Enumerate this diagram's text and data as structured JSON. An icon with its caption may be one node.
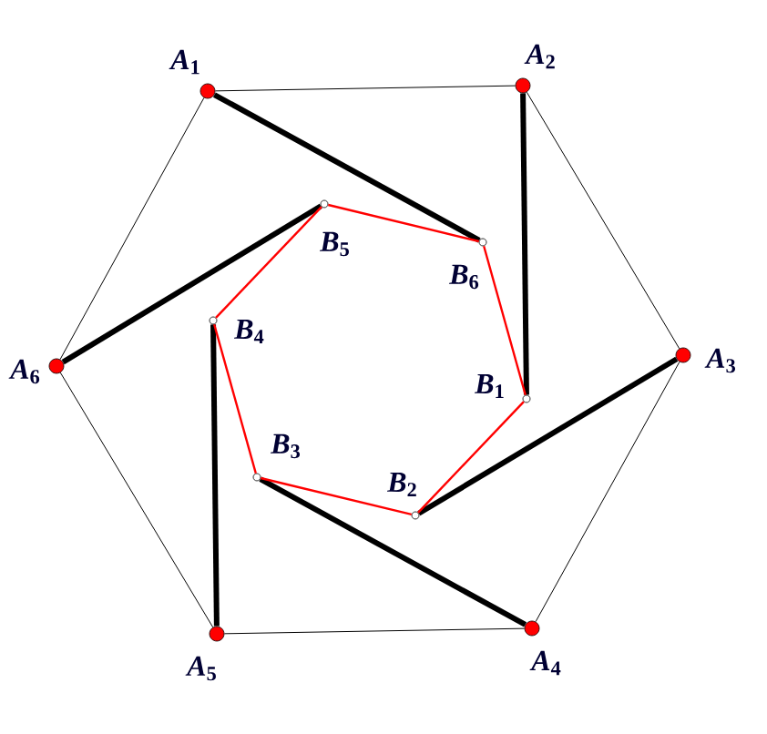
{
  "diagram": {
    "nodes": [
      {
        "text": [],
        "shape": "circle",
        "beside": [
          "*A*$_{1}$"
        ]
      },
      {
        "text": [],
        "shape": "circle",
        "beside": [
          "*A*$_{2}$"
        ]
      },
      {
        "text": [],
        "shape": "circle",
        "beside": [
          "*A*$_{3}$"
        ]
      },
      {
        "text": [],
        "shape": "circle",
        "beside": [
          "*A*$_{4}$"
        ]
      },
      {
        "text": [],
        "shape": "circle",
        "beside": [
          "*A*$_{5}$"
        ]
      },
      {
        "text": [],
        "shape": "circle",
        "beside": [
          "*A*$_{6}$"
        ]
      },
      {
        "text": [],
        "shape": "circle",
        "beside": [
          "*B*$_{1}$"
        ]
      },
      {
        "text": [],
        "shape": "circle",
        "beside": [
          "*B*$_{2}$"
        ]
      },
      {
        "text": [],
        "shape": "circle",
        "beside": [
          "*B*$_{3}$"
        ]
      },
      {
        "text": [],
        "shape": "circle",
        "beside": [
          "*B*$_{4}$"
        ]
      },
      {
        "text": [],
        "shape": "circle",
        "beside": [
          "*B*$_{5}$"
        ]
      },
      {
        "text": [],
        "shape": "circle",
        "beside": [
          "*B*$_{6}$"
        ]
      }
    ],
    "edges": [
      {
        "from": 0,
        "to": 1,
        "arrow": "none"
      },
      {
        "from": 1,
        "to": 2,
        "arrow": "none"
      },
      {
        "from": 2,
        "to": 3,
        "arrow": "none"
      },
      {
        "from": 3,
        "to": 4,
        "arrow": "none"
      },
      {
        "from": 4,
        "to": 5,
        "arrow": "none"
      },
      {
        "from": 5,
        "to": 0,
        "arrow": "none"
      },
      {
        "from": 0,
        "to": 11,
        "arrow": "none",
        "style": "thick"
      },
      {
        "from": 1,
        "to": 6,
        "arrow": "none",
        "style": "thick"
      },
      {
        "from": 2,
        "to": 7,
        "arrow": "none",
        "style": "thick"
      },
      {
        "from": 3,
        "to": 8,
        "arrow": "none",
        "style": "thick"
      },
      {
        "from": 4,
        "to": 9,
        "arrow": "none",
        "style": "thick"
      },
      {
        "from": 5,
        "to": 10,
        "arrow": "none",
        "style": "thick"
      },
      {
        "from": 6,
        "to": 7,
        "arrow": "none",
        "color": "#ff0000"
      },
      {
        "from": 7,
        "to": 8,
        "arrow": "none",
        "color": "#ff0000"
      },
      {
        "from": 8,
        "to": 9,
        "arrow": "none",
        "color": "#ff0000"
      },
      {
        "from": 9,
        "to": 10,
        "arrow": "none",
        "color": "#ff0000"
      },
      {
        "from": 10,
        "to": 11,
        "arrow": "none",
        "color": "#ff0000"
      },
      {
        "from": 11,
        "to": 6,
        "arrow": "none",
        "color": "#ff0000"
      }
    ]
  }
}
